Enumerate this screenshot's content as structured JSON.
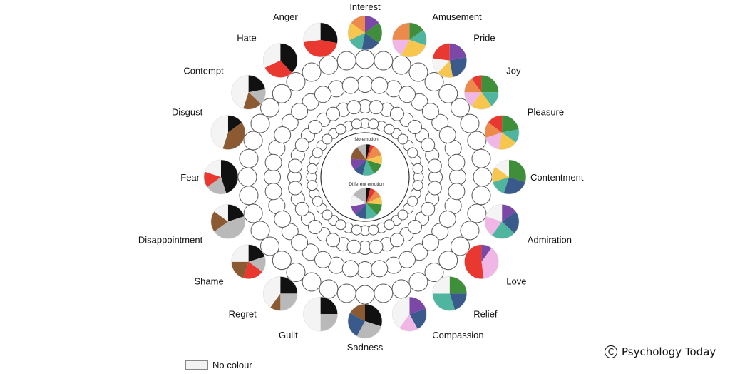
{
  "colors": {
    "black": "#111111",
    "red": "#e8382f",
    "gray": "#b9b9b9",
    "brown": "#8c5a32",
    "purple": "#7b48a8",
    "green": "#3f8f3a",
    "teal": "#4fb59e",
    "navy": "#3a5a8c",
    "yellow": "#f6c64f",
    "orange": "#ec8a4c",
    "pink": "#f0b7e6",
    "white": "#f4f4f4"
  },
  "center": {
    "no_emotion_label": "No emotion",
    "different_emotion_label": "Different emotion",
    "no_emotion_pie": [
      {
        "c": "black",
        "v": 4
      },
      {
        "c": "red",
        "v": 4
      },
      {
        "c": "orange",
        "v": 12
      },
      {
        "c": "yellow",
        "v": 10
      },
      {
        "c": "green",
        "v": 12
      },
      {
        "c": "teal",
        "v": 12
      },
      {
        "c": "navy",
        "v": 10
      },
      {
        "c": "purple",
        "v": 12
      },
      {
        "c": "brown",
        "v": 14
      },
      {
        "c": "gray",
        "v": 10
      }
    ],
    "different_emotion_pie": [
      {
        "c": "black",
        "v": 4
      },
      {
        "c": "red",
        "v": 6
      },
      {
        "c": "orange",
        "v": 8
      },
      {
        "c": "yellow",
        "v": 8
      },
      {
        "c": "green",
        "v": 12
      },
      {
        "c": "teal",
        "v": 12
      },
      {
        "c": "navy",
        "v": 12
      },
      {
        "c": "purple",
        "v": 10
      },
      {
        "c": "white",
        "v": 12
      },
      {
        "c": "gray",
        "v": 16
      }
    ]
  },
  "emotions": [
    {
      "name": "Interest",
      "slices": [
        {
          "c": "purple",
          "v": 15
        },
        {
          "c": "green",
          "v": 20
        },
        {
          "c": "navy",
          "v": 18
        },
        {
          "c": "teal",
          "v": 15
        },
        {
          "c": "yellow",
          "v": 17
        },
        {
          "c": "orange",
          "v": 15
        }
      ]
    },
    {
      "name": "Amusement",
      "slices": [
        {
          "c": "green",
          "v": 15
        },
        {
          "c": "teal",
          "v": 15
        },
        {
          "c": "yellow",
          "v": 28
        },
        {
          "c": "pink",
          "v": 17
        },
        {
          "c": "orange",
          "v": 25
        }
      ]
    },
    {
      "name": "Pride",
      "slices": [
        {
          "c": "purple",
          "v": 22
        },
        {
          "c": "navy",
          "v": 25
        },
        {
          "c": "yellow",
          "v": 15
        },
        {
          "c": "white",
          "v": 15
        },
        {
          "c": "red",
          "v": 23
        }
      ]
    },
    {
      "name": "Joy",
      "slices": [
        {
          "c": "green",
          "v": 25
        },
        {
          "c": "teal",
          "v": 15
        },
        {
          "c": "yellow",
          "v": 20
        },
        {
          "c": "pink",
          "v": 15
        },
        {
          "c": "orange",
          "v": 15
        },
        {
          "c": "red",
          "v": 10
        }
      ]
    },
    {
      "name": "Pleasure",
      "slices": [
        {
          "c": "green",
          "v": 22
        },
        {
          "c": "teal",
          "v": 13
        },
        {
          "c": "yellow",
          "v": 18
        },
        {
          "c": "pink",
          "v": 17
        },
        {
          "c": "orange",
          "v": 15
        },
        {
          "c": "red",
          "v": 15
        }
      ]
    },
    {
      "name": "Contentment",
      "slices": [
        {
          "c": "green",
          "v": 30
        },
        {
          "c": "navy",
          "v": 25
        },
        {
          "c": "teal",
          "v": 15
        },
        {
          "c": "yellow",
          "v": 15
        },
        {
          "c": "white",
          "v": 15
        }
      ]
    },
    {
      "name": "Admiration",
      "slices": [
        {
          "c": "purple",
          "v": 15
        },
        {
          "c": "navy",
          "v": 22
        },
        {
          "c": "teal",
          "v": 23
        },
        {
          "c": "pink",
          "v": 20
        },
        {
          "c": "white",
          "v": 20
        }
      ]
    },
    {
      "name": "Love",
      "slices": [
        {
          "c": "purple",
          "v": 10
        },
        {
          "c": "pink",
          "v": 38
        },
        {
          "c": "red",
          "v": 52
        }
      ]
    },
    {
      "name": "Relief",
      "slices": [
        {
          "c": "green",
          "v": 25
        },
        {
          "c": "navy",
          "v": 20
        },
        {
          "c": "teal",
          "v": 30
        },
        {
          "c": "white",
          "v": 25
        }
      ]
    },
    {
      "name": "Compassion",
      "slices": [
        {
          "c": "purple",
          "v": 20
        },
        {
          "c": "navy",
          "v": 22
        },
        {
          "c": "pink",
          "v": 18
        },
        {
          "c": "white",
          "v": 40
        }
      ]
    },
    {
      "name": "Sadness",
      "slices": [
        {
          "c": "black",
          "v": 30
        },
        {
          "c": "gray",
          "v": 28
        },
        {
          "c": "navy",
          "v": 25
        },
        {
          "c": "brown",
          "v": 17
        }
      ]
    },
    {
      "name": "Guilt",
      "slices": [
        {
          "c": "black",
          "v": 25
        },
        {
          "c": "gray",
          "v": 25
        },
        {
          "c": "white",
          "v": 50
        }
      ]
    },
    {
      "name": "Regret",
      "slices": [
        {
          "c": "black",
          "v": 25
        },
        {
          "c": "gray",
          "v": 25
        },
        {
          "c": "brown",
          "v": 10
        },
        {
          "c": "white",
          "v": 40
        }
      ]
    },
    {
      "name": "Shame",
      "slices": [
        {
          "c": "black",
          "v": 20
        },
        {
          "c": "gray",
          "v": 15
        },
        {
          "c": "red",
          "v": 20
        },
        {
          "c": "brown",
          "v": 20
        },
        {
          "c": "white",
          "v": 25
        }
      ]
    },
    {
      "name": "Disappointment",
      "slices": [
        {
          "c": "black",
          "v": 20
        },
        {
          "c": "gray",
          "v": 45
        },
        {
          "c": "brown",
          "v": 20
        },
        {
          "c": "white",
          "v": 15
        }
      ]
    },
    {
      "name": "Fear",
      "slices": [
        {
          "c": "black",
          "v": 45
        },
        {
          "c": "gray",
          "v": 20
        },
        {
          "c": "red",
          "v": 15
        },
        {
          "c": "white",
          "v": 20
        }
      ]
    },
    {
      "name": "Disgust",
      "slices": [
        {
          "c": "black",
          "v": 15
        },
        {
          "c": "brown",
          "v": 40
        },
        {
          "c": "white",
          "v": 45
        }
      ]
    },
    {
      "name": "Contempt",
      "slices": [
        {
          "c": "black",
          "v": 22
        },
        {
          "c": "gray",
          "v": 15
        },
        {
          "c": "brown",
          "v": 18
        },
        {
          "c": "white",
          "v": 45
        }
      ]
    },
    {
      "name": "Hate",
      "slices": [
        {
          "c": "black",
          "v": 38
        },
        {
          "c": "red",
          "v": 30
        },
        {
          "c": "white",
          "v": 32
        }
      ]
    },
    {
      "name": "Anger",
      "slices": [
        {
          "c": "black",
          "v": 28
        },
        {
          "c": "red",
          "v": 45
        },
        {
          "c": "white",
          "v": 27
        }
      ]
    }
  ],
  "legend": {
    "label": "No colour"
  },
  "watermark": {
    "brand": "Psychology Today",
    "symbol": "C"
  }
}
